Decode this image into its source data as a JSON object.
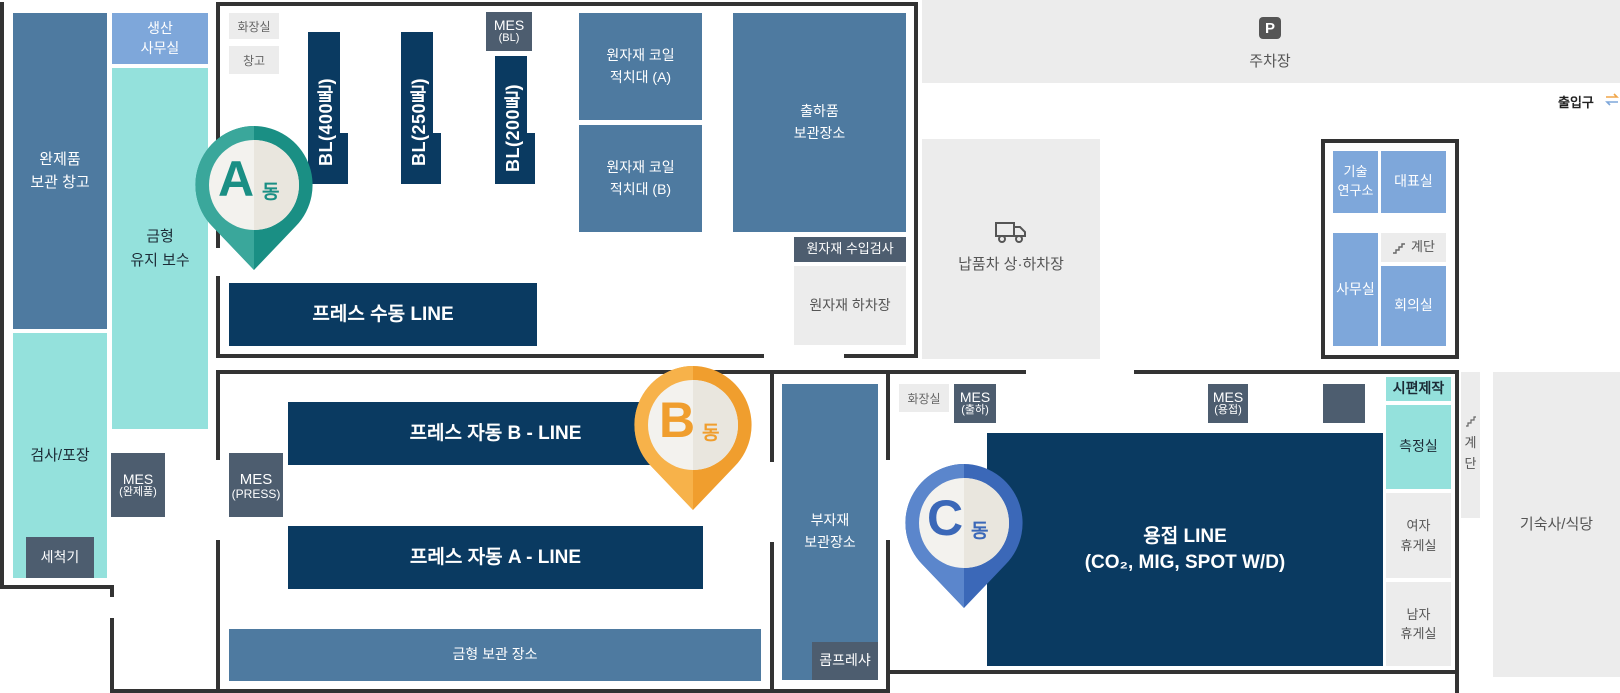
{
  "parking": {
    "icon": "parking-icon",
    "badge": "P",
    "label": "주차장"
  },
  "entrance": {
    "label": "출입구",
    "icon": "entrance-arrows-icon"
  },
  "buildings": {
    "a": {
      "letter": "A",
      "suffix": "동",
      "color": "#1a8f84"
    },
    "b": {
      "letter": "B",
      "suffix": "동",
      "color": "#f09e2e"
    },
    "c": {
      "letter": "C",
      "suffix": "동",
      "color": "#3b68b8"
    }
  },
  "rooms": {
    "finished_storage": "완제품\n보관 창고",
    "production_office": "생산\n사무실",
    "mold_maintenance": "금형\n유지 보수",
    "inspection": "검사/포장",
    "washer": "세척기",
    "mes_finished": {
      "title": "MES",
      "sub": "(완제품)"
    },
    "restroom_a": "화장실",
    "storage_a": "창고",
    "bl400": "BL(400톤)",
    "bl250": "BL(250톤)",
    "bl200": "BL(200톤)",
    "mes_bl": {
      "title": "MES",
      "sub": "(BL)"
    },
    "coil_a": "원자재 코일\n적치대 (A)",
    "coil_b": "원자재 코일\n적치대 (B)",
    "shipping_storage": "출하품\n보관장소",
    "incoming_inspection": "원자재 수입검사",
    "unloading": "원자재 하차장",
    "press_manual": "프레스 수동 LINE",
    "press_b": "프레스 자동 B - LINE",
    "press_a": "프레스 자동 A - LINE",
    "mes_press": {
      "title": "MES",
      "sub": "(PRESS)"
    },
    "mold_storage": "금형 보관 장소",
    "sub_material": "부자재\n보관장소",
    "compressor": "콤프레샤",
    "delivery_dock": "납품차 상·하차장",
    "delivery_icon": "truck-icon",
    "tech_lab": "기술\n연구소",
    "ceo_office": "대표실",
    "stairs_office": "계단",
    "stairs_icon": "stairs-icon",
    "office": "사무실",
    "meeting_room": "회의실",
    "restroom_c": "화장실",
    "mes_shipping": {
      "title": "MES",
      "sub": "(출하)"
    },
    "mes_welding": {
      "title": "MES",
      "sub": "(용접)"
    },
    "prototype": "시편제작",
    "measurement": "측정실",
    "women_lounge": "여자\n휴게실",
    "men_lounge": "남자\n휴게실",
    "welding_line": "용접 LINE\n(CO₂, MIG, SPOT W/D)",
    "stairs_side": "계\n단",
    "dormitory": "기숙사/식당"
  }
}
